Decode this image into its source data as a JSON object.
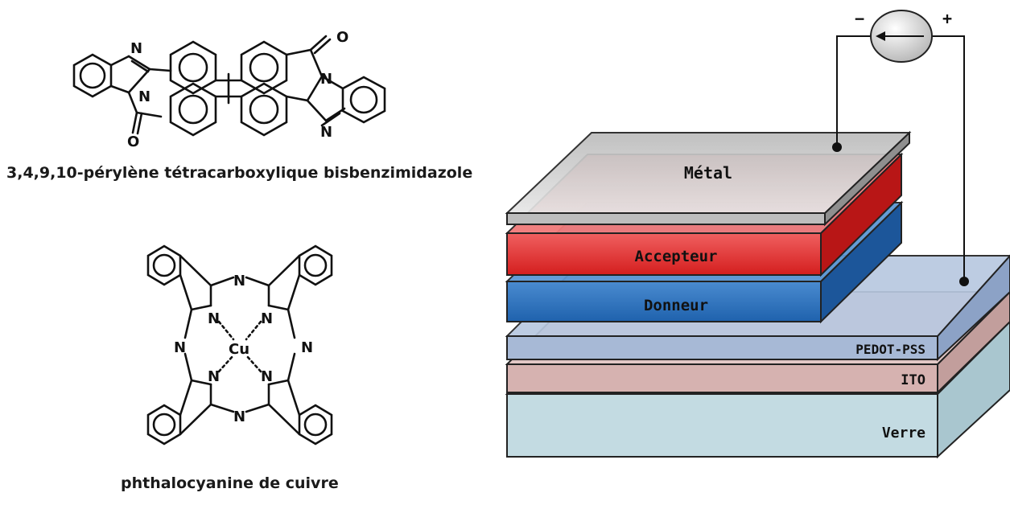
{
  "molecules": [
    {
      "name": "3,4,9,10-pérylène tétracarboxylique bisbenzimidazole",
      "atoms": {
        "n": "N",
        "o": "O"
      }
    },
    {
      "name": "phthalocyanine de cuivre",
      "atoms": {
        "n": "N",
        "cu": "Cu"
      }
    }
  ],
  "device": {
    "layers": {
      "metal": "Métal",
      "acceptor": "Accepteur",
      "donor": "Donneur",
      "pedot": "PEDOT-PSS",
      "ito": "ITO",
      "glass": "Verre"
    },
    "circuit": {
      "minus": "−",
      "plus": "+"
    },
    "colors": {
      "metal": "#c8c8c8",
      "acceptor": "#e52b2b",
      "donor": "#2a72c0",
      "pedot": "#a7b9d6",
      "ito": "#d6b2b0",
      "glass": "#c3dbe2"
    }
  }
}
